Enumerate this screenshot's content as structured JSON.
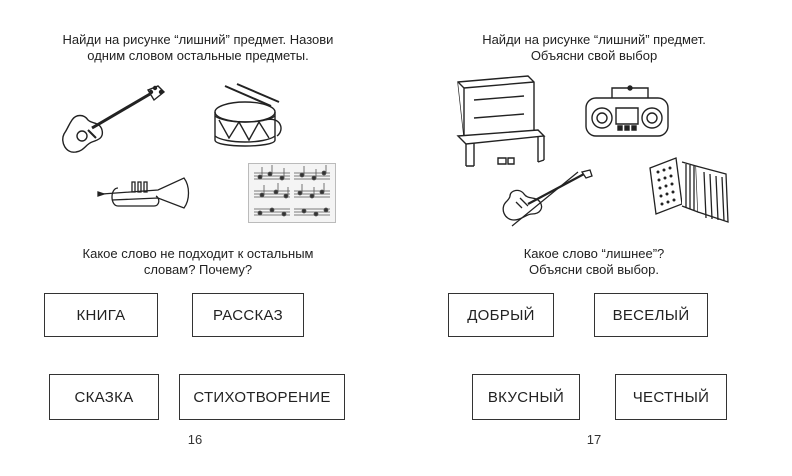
{
  "left_page": {
    "instruction_line1": "Найди на рисунке “лишний” предмет.  Назови",
    "instruction_line2": "одним словом остальные предметы.",
    "question_line1": "Какое слово не подходит к остальным",
    "question_line2": "словам? Почему?",
    "words": [
      "КНИГА",
      "РАССКАЗ",
      "СКАЗКА",
      "СТИХОТВОРЕНИЕ"
    ],
    "page_number": "16",
    "pictures": [
      "guitar-icon",
      "drum-icon",
      "trumpet-icon",
      "sheet-music-icon"
    ]
  },
  "right_page": {
    "instruction_line1": "Найди на рисунке “лишний” предмет.",
    "instruction_line2": "Объясни свой выбор",
    "question_line1": "Какое слово “лишнее”?",
    "question_line2": "Объясни свой выбор.",
    "words": [
      "ДОБРЫЙ",
      "ВЕСЕЛЫЙ",
      "ВКУСНЫЙ",
      "ЧЕСТНЫЙ"
    ],
    "page_number": "17",
    "pictures": [
      "piano-icon",
      "radio-cassette-icon",
      "violin-icon",
      "accordion-icon"
    ]
  }
}
